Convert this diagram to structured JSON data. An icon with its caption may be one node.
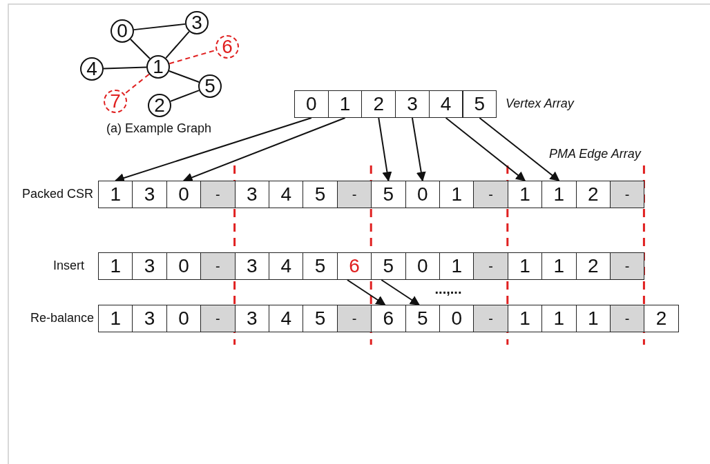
{
  "diagram": {
    "nodes": [
      {
        "text": [
          "0"
        ]
      },
      {
        "text": [
          "3"
        ]
      },
      {
        "text": [
          "6"
        ]
      },
      {
        "text": [
          "4"
        ]
      },
      {
        "text": [
          "1"
        ]
      },
      {
        "text": [
          "5"
        ]
      },
      {
        "text": [
          "7"
        ]
      },
      {
        "text": [
          "2"
        ]
      },
      {
        "text": [
          "0"
        ]
      },
      {
        "text": [
          "1"
        ]
      },
      {
        "text": [
          "2"
        ]
      },
      {
        "text": [
          "3"
        ]
      },
      {
        "text": [
          "4"
        ]
      },
      {
        "text": [
          "5"
        ]
      },
      {
        "text": [
          "1"
        ]
      },
      {
        "text": [
          "3"
        ]
      },
      {
        "text": [
          "0"
        ]
      },
      {
        "text": [
          "-"
        ]
      },
      {
        "text": [
          "3"
        ]
      },
      {
        "text": [
          "4"
        ]
      },
      {
        "text": [
          "5"
        ]
      },
      {
        "text": [
          "-"
        ]
      },
      {
        "text": [
          "5"
        ]
      },
      {
        "text": [
          "0"
        ]
      },
      {
        "text": [
          "1"
        ]
      },
      {
        "text": [
          "-"
        ]
      },
      {
        "text": [
          "1"
        ]
      },
      {
        "text": [
          "1"
        ]
      },
      {
        "text": [
          "2"
        ]
      },
      {
        "text": [
          "-"
        ]
      },
      {
        "text": [
          "1"
        ]
      },
      {
        "text": [
          "3"
        ]
      },
      {
        "text": [
          "0"
        ]
      },
      {
        "text": [
          "-"
        ]
      },
      {
        "text": [
          "3"
        ]
      },
      {
        "text": [
          "4"
        ]
      },
      {
        "text": [
          "5"
        ]
      },
      {
        "text": [
          "6"
        ]
      },
      {
        "text": [
          "5"
        ]
      },
      {
        "text": [
          "0"
        ]
      },
      {
        "text": [
          "1"
        ]
      },
      {
        "text": [
          "-"
        ]
      },
      {
        "text": [
          "1"
        ]
      },
      {
        "text": [
          "1"
        ]
      },
      {
        "text": [
          "2"
        ]
      },
      {
        "text": [
          "-"
        ]
      },
      {
        "text": [
          "1"
        ]
      },
      {
        "text": [
          "3"
        ]
      },
      {
        "text": [
          "0"
        ]
      },
      {
        "text": [
          "-"
        ]
      },
      {
        "text": [
          "3"
        ]
      },
      {
        "text": [
          "4"
        ]
      },
      {
        "text": [
          "5"
        ]
      },
      {
        "text": [
          "-"
        ]
      },
      {
        "text": [
          "6"
        ]
      },
      {
        "text": [
          "5"
        ]
      },
      {
        "text": [
          "0"
        ]
      },
      {
        "text": [
          "-"
        ]
      },
      {
        "text": [
          "1"
        ]
      },
      {
        "text": [
          "1"
        ]
      },
      {
        "text": [
          "1"
        ]
      },
      {
        "text": [
          "-"
        ]
      },
      {
        "text": [
          "2"
        ]
      }
    ],
    "edges": [
      {
        "from": 0,
        "to": 1,
        "arrow": "none"
      },
      {
        "from": 0,
        "to": 4,
        "arrow": "none"
      },
      {
        "from": 1,
        "to": 4,
        "arrow": "none"
      },
      {
        "from": 3,
        "to": 4,
        "arrow": "none"
      },
      {
        "from": 4,
        "to": 5,
        "arrow": "none"
      },
      {
        "from": 5,
        "to": 7,
        "arrow": "none"
      },
      {
        "from": 4,
        "to": 2,
        "arrow": "none",
        "style": "dashed",
        "color": "#e02020"
      },
      {
        "from": 4,
        "to": 6,
        "arrow": "none",
        "style": "dashed",
        "color": "#e02020"
      },
      {
        "from": 8,
        "to": 14,
        "arrow": "to"
      },
      {
        "from": 9,
        "to": 16,
        "arrow": "to"
      },
      {
        "from": 10,
        "to": 22,
        "arrow": "to"
      },
      {
        "from": 11,
        "to": 23,
        "arrow": "to"
      },
      {
        "from": 12,
        "to": 26,
        "arrow": "to"
      },
      {
        "from": 13,
        "to": 27,
        "arrow": "to"
      },
      {
        "from": 37,
        "to": 54,
        "arrow": "to"
      },
      {
        "from": 38,
        "to": 55,
        "arrow": "to"
      }
    ],
    "labels": [
      "(a) Example Graph",
      "Vertex Array",
      "PMA Edge Array",
      "Packed CSR",
      "Insert",
      "...,...",
      "Re-balance"
    ]
  }
}
